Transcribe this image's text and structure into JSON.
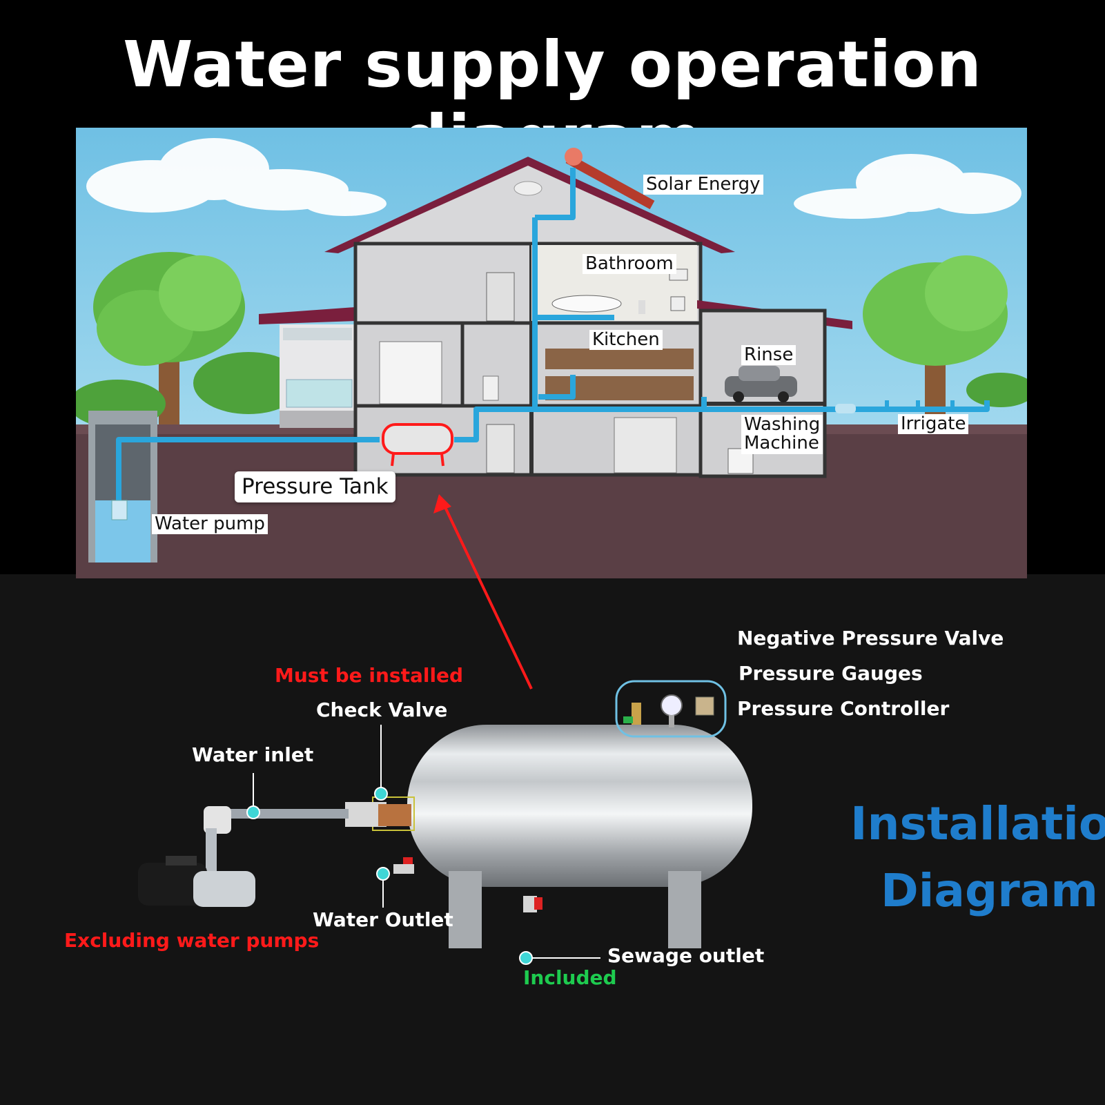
{
  "title": "Water supply operation diagram",
  "scene_labels": {
    "solar_energy": "Solar Energy",
    "bathroom": "Bathroom",
    "kitchen": "Kitchen",
    "rinse": "Rinse",
    "washing_machine_line1": "Washing",
    "washing_machine_line2": "Machine",
    "irrigate": "Irrigate",
    "pressure_tank": "Pressure Tank",
    "water_pump": "Water pump"
  },
  "installation": {
    "must_be_installed": "Must be installed",
    "check_valve": "Check Valve",
    "water_inlet": "Water inlet",
    "excluding_water_pumps": "Excluding water pumps",
    "water_outlet": "Water Outlet",
    "negative_pressure_valve": "Negative Pressure Valve",
    "pressure_gauges": "Pressure Gauges",
    "pressure_controller": "Pressure Controller",
    "sewage_outlet": "Sewage outlet",
    "included": "Included",
    "heading_line1": "Installation",
    "heading_line2": "Diagram"
  },
  "colors": {
    "sky": "#7fc8e6",
    "ground": "#5a3f45",
    "pipe": "#2aa6dc",
    "highlight": "#ff1a1a",
    "callout_dot": "#3fd6d6",
    "heading_blue": "#1f7dcc"
  }
}
